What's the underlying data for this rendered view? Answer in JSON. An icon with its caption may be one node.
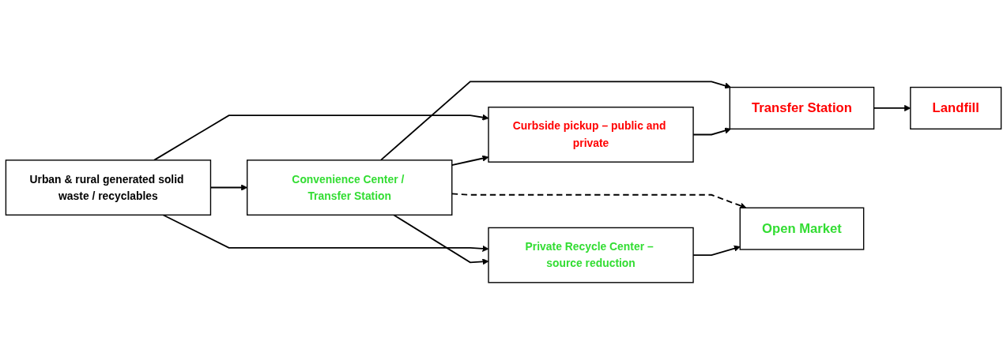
{
  "diagram": {
    "nodes": [
      {
        "text": [
          "Urban & rural generated solid waste / recyclables"
        ]
      },
      {
        "text": [
          "Convenience Center / Transfer Station"
        ]
      },
      {
        "text": [
          "Curbside pickup – public and private"
        ]
      },
      {
        "text": [
          "Private Recycle Center – source reduction"
        ]
      },
      {
        "text": [
          "Transfer Station"
        ]
      },
      {
        "text": [
          "Open Market"
        ]
      },
      {
        "text": [
          "Landfill"
        ]
      }
    ],
    "edges": [
      {
        "from": 0,
        "to": 1,
        "arrow": "to"
      },
      {
        "from": 0,
        "to": 2,
        "arrow": "to"
      },
      {
        "from": 0,
        "to": 3,
        "arrow": "to"
      },
      {
        "from": 1,
        "to": 2,
        "arrow": "to"
      },
      {
        "from": 1,
        "to": 3,
        "arrow": "to"
      },
      {
        "from": 1,
        "to": 4,
        "arrow": "to"
      },
      {
        "from": 1,
        "to": 5,
        "arrow": "to",
        "style": "dashed"
      },
      {
        "from": 2,
        "to": 4,
        "arrow": "to"
      },
      {
        "from": 4,
        "to": 6,
        "arrow": "to"
      },
      {
        "from": 3,
        "to": 5,
        "arrow": "to"
      }
    ]
  }
}
